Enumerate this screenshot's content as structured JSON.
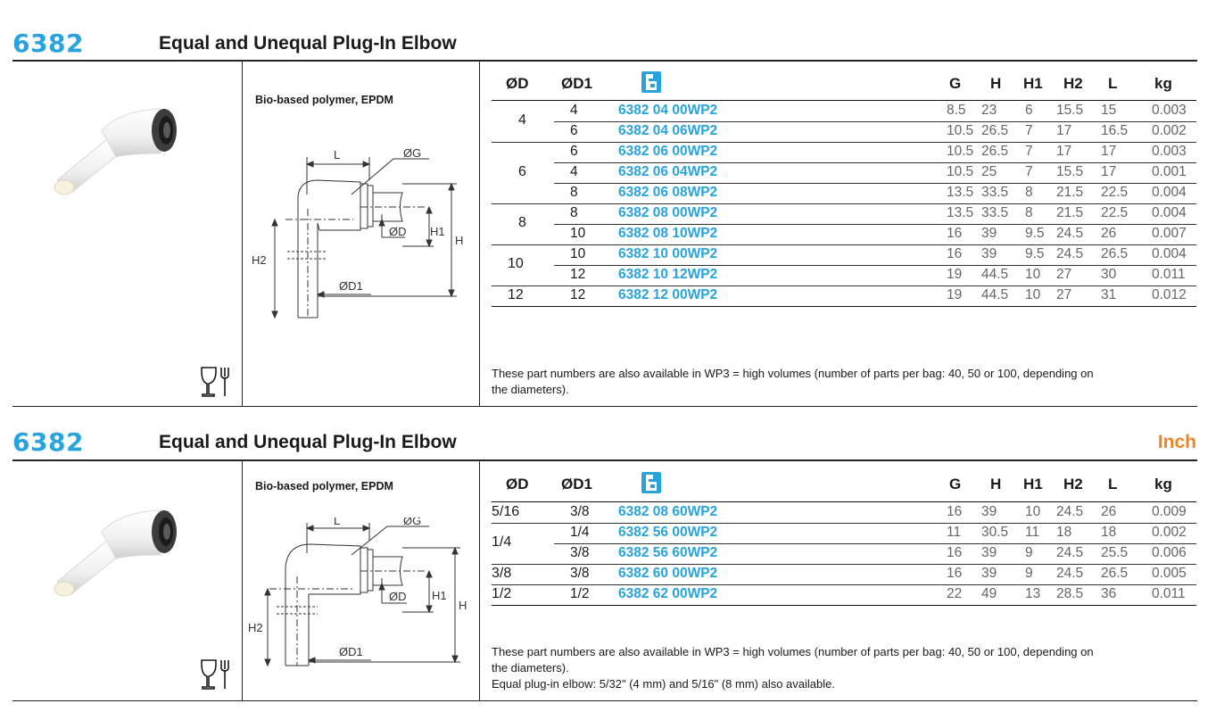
{
  "sections": [
    {
      "code": "6382",
      "title": "Equal and Unequal Plug-In Elbow",
      "unit": "",
      "material": "Bio-based polymer, EPDM",
      "headers": [
        "ØD",
        "ØD1",
        "",
        "G",
        "H",
        "H1",
        "H2",
        "L",
        "kg"
      ],
      "rows": [
        {
          "d": "4",
          "d1": "4",
          "pn": "6382 04 00WP2",
          "g": "8.5",
          "h": "23",
          "h1": "6",
          "h2": "15.5",
          "l": "15",
          "kg": "0.003"
        },
        {
          "d": "",
          "d1": "6",
          "pn": "6382 04 06WP2",
          "g": "10.5",
          "h": "26.5",
          "h1": "7",
          "h2": "17",
          "l": "16.5",
          "kg": "0.002"
        },
        {
          "d": "6",
          "d1": "6",
          "pn": "6382 06 00WP2",
          "g": "10.5",
          "h": "26.5",
          "h1": "7",
          "h2": "17",
          "l": "17",
          "kg": "0.003"
        },
        {
          "d": "",
          "d1": "4",
          "pn": "6382 06 04WP2",
          "g": "10.5",
          "h": "25",
          "h1": "7",
          "h2": "15.5",
          "l": "17",
          "kg": "0.001"
        },
        {
          "d": "",
          "d1": "8",
          "pn": "6382 06 08WP2",
          "g": "13.5",
          "h": "33.5",
          "h1": "8",
          "h2": "21.5",
          "l": "22.5",
          "kg": "0.004"
        },
        {
          "d": "8",
          "d1": "8",
          "pn": "6382 08 00WP2",
          "g": "13.5",
          "h": "33.5",
          "h1": "8",
          "h2": "21.5",
          "l": "22.5",
          "kg": "0.004"
        },
        {
          "d": "",
          "d1": "10",
          "pn": "6382 08 10WP2",
          "g": "16",
          "h": "39",
          "h1": "9.5",
          "h2": "24.5",
          "l": "26",
          "kg": "0.007"
        },
        {
          "d": "10",
          "d1": "10",
          "pn": "6382 10 00WP2",
          "g": "16",
          "h": "39",
          "h1": "9.5",
          "h2": "24.5",
          "l": "26.5",
          "kg": "0.004"
        },
        {
          "d": "",
          "d1": "12",
          "pn": "6382 10 12WP2",
          "g": "19",
          "h": "44.5",
          "h1": "10",
          "h2": "27",
          "l": "30",
          "kg": "0.011"
        },
        {
          "d": "12",
          "d1": "12",
          "pn": "6382 12 00WP2",
          "g": "19",
          "h": "44.5",
          "h1": "10",
          "h2": "27",
          "l": "31",
          "kg": "0.012"
        }
      ],
      "note1": "These part numbers are also available in WP3 = high volumes (number of parts per bag: 40, 50 or 100, depending on",
      "note2": "the diameters).",
      "note3": ""
    },
    {
      "code": "6382",
      "title": "Equal and Unequal Plug-In Elbow",
      "unit": "Inch",
      "material": "Bio-based polymer, EPDM",
      "headers": [
        "ØD",
        "ØD1",
        "",
        "G",
        "H",
        "H1",
        "H2",
        "L",
        "kg"
      ],
      "rows": [
        {
          "d": "5/16",
          "d1": "3/8",
          "pn": "6382 08 60WP2",
          "g": "16",
          "h": "39",
          "h1": "10",
          "h2": "24.5",
          "l": "26",
          "kg": "0.009"
        },
        {
          "d": "1/4",
          "d1": "1/4",
          "pn": "6382 56 00WP2",
          "g": "11",
          "h": "30.5",
          "h1": "11",
          "h2": "18",
          "l": "18",
          "kg": "0.002"
        },
        {
          "d": "",
          "d1": "3/8",
          "pn": "6382 56 60WP2",
          "g": "16",
          "h": "39",
          "h1": "9",
          "h2": "24.5",
          "l": "25.5",
          "kg": "0.006"
        },
        {
          "d": "3/8",
          "d1": "3/8",
          "pn": "6382 60 00WP2",
          "g": "16",
          "h": "39",
          "h1": "9",
          "h2": "24.5",
          "l": "26.5",
          "kg": "0.005"
        },
        {
          "d": "1/2",
          "d1": "1/2",
          "pn": "6382 62 00WP2",
          "g": "22",
          "h": "49",
          "h1": "13",
          "h2": "28.5",
          "l": "36",
          "kg": "0.011"
        }
      ],
      "note1": "These part numbers are also available in WP3 = high volumes (number of parts per bag: 40, 50 or 100, depending on",
      "note2": "the diameters).",
      "note3": "Equal plug-in elbow: 5/32\" (4 mm) and 5/16\" (8 mm) also available."
    }
  ],
  "drawing_labels": {
    "l": "L",
    "g": "ØG",
    "d": "ØD",
    "h1": "H1",
    "h": "H",
    "h2": "H2",
    "d1": "ØD1"
  },
  "icons": {
    "brand": "push-in-fitting-icon",
    "food": "food-contact-icon"
  },
  "colors": {
    "accent": "#29a3dc",
    "inch": "#e8862a",
    "text": "#1a1a1a"
  }
}
